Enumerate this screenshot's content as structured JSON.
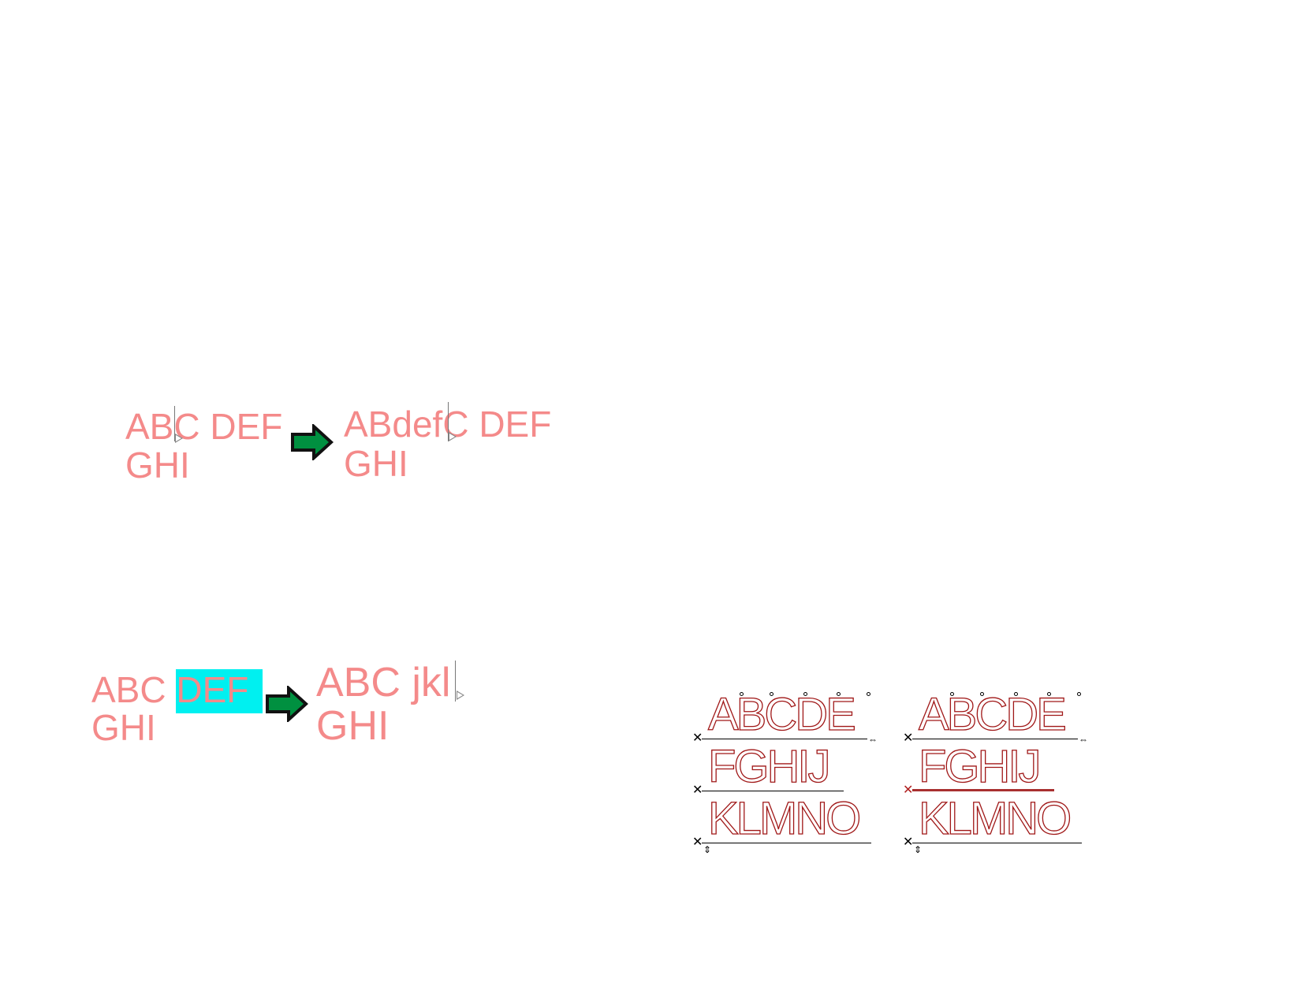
{
  "example1": {
    "before": {
      "line1": "ABC DEF",
      "line2": "GHI",
      "line1_pre_cursor": "AB",
      "line1_post_cursor": "C DEF"
    },
    "after": {
      "line1_pre_cursor": "ABdef",
      "line1_post_cursor": "C DEF",
      "line2": "GHI"
    }
  },
  "example2": {
    "before": {
      "line1_plain": "ABC ",
      "line1_selected": "DEF",
      "line2": "GHI"
    },
    "after": {
      "line1": "ABC jkl",
      "line2": "GHI"
    }
  },
  "outline_panels": [
    {
      "lines": [
        "ABCDE",
        "FGHIJ",
        "KLMNO"
      ],
      "selected_line": null
    },
    {
      "lines": [
        "ABCDE",
        "FGHIJ",
        "KLMNO"
      ],
      "selected_line": 1
    }
  ],
  "colors": {
    "text": "#f48a8a",
    "highlight": "#00f0f0",
    "arrow_fill": "#009040",
    "outline": "#a01818"
  }
}
